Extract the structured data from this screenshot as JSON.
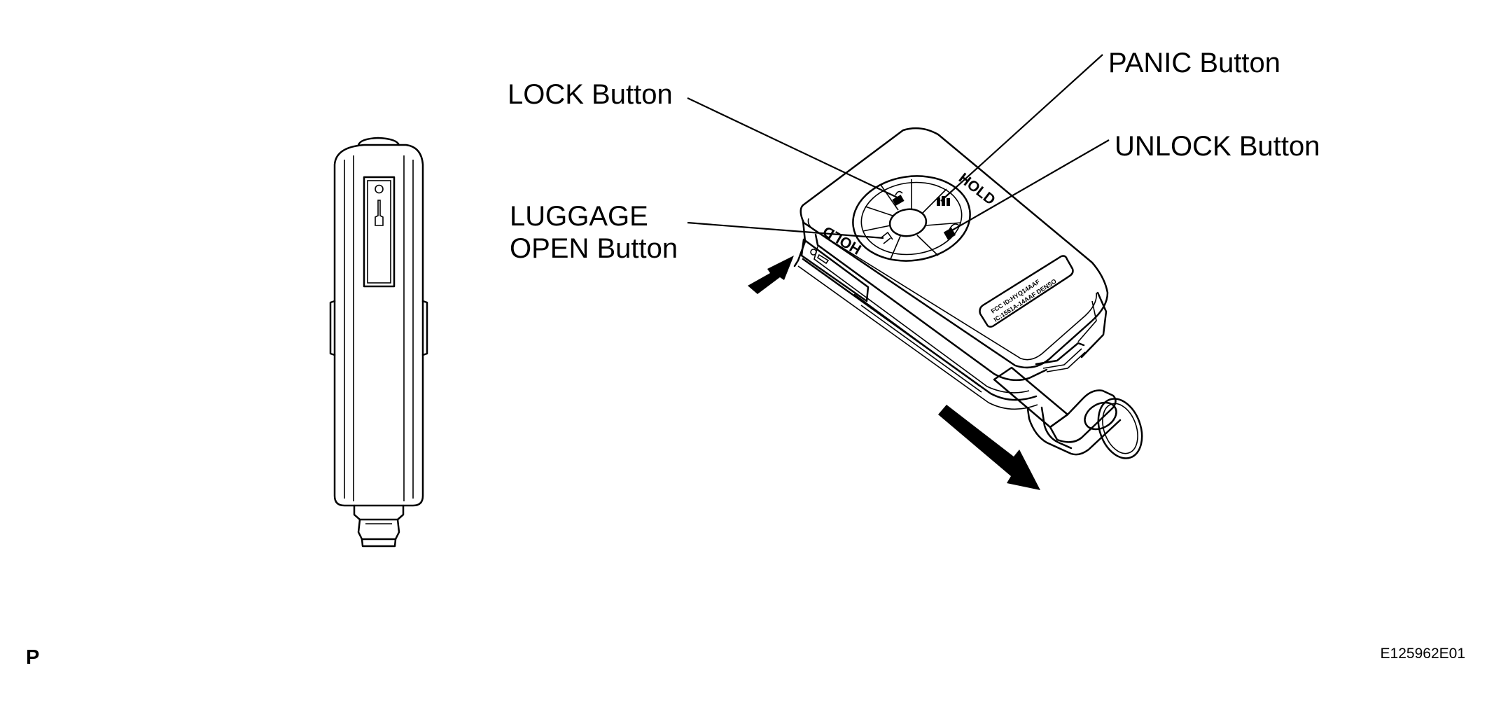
{
  "labels": {
    "lock": "LOCK Button",
    "panic": "PANIC Button",
    "unlock": "UNLOCK Button",
    "luggage_line1": "LUGGAGE",
    "luggage_line2": "OPEN Button"
  },
  "key_markings": {
    "hold_top": "HOLD",
    "hold_bottom": "HOLD",
    "fcc_line1": "FCC ID:HYQ14AAF",
    "fcc_line2": "IC:1551A-14AAF DENSO"
  },
  "footer": {
    "view_code": "P",
    "figure_id": "E125962E01"
  }
}
